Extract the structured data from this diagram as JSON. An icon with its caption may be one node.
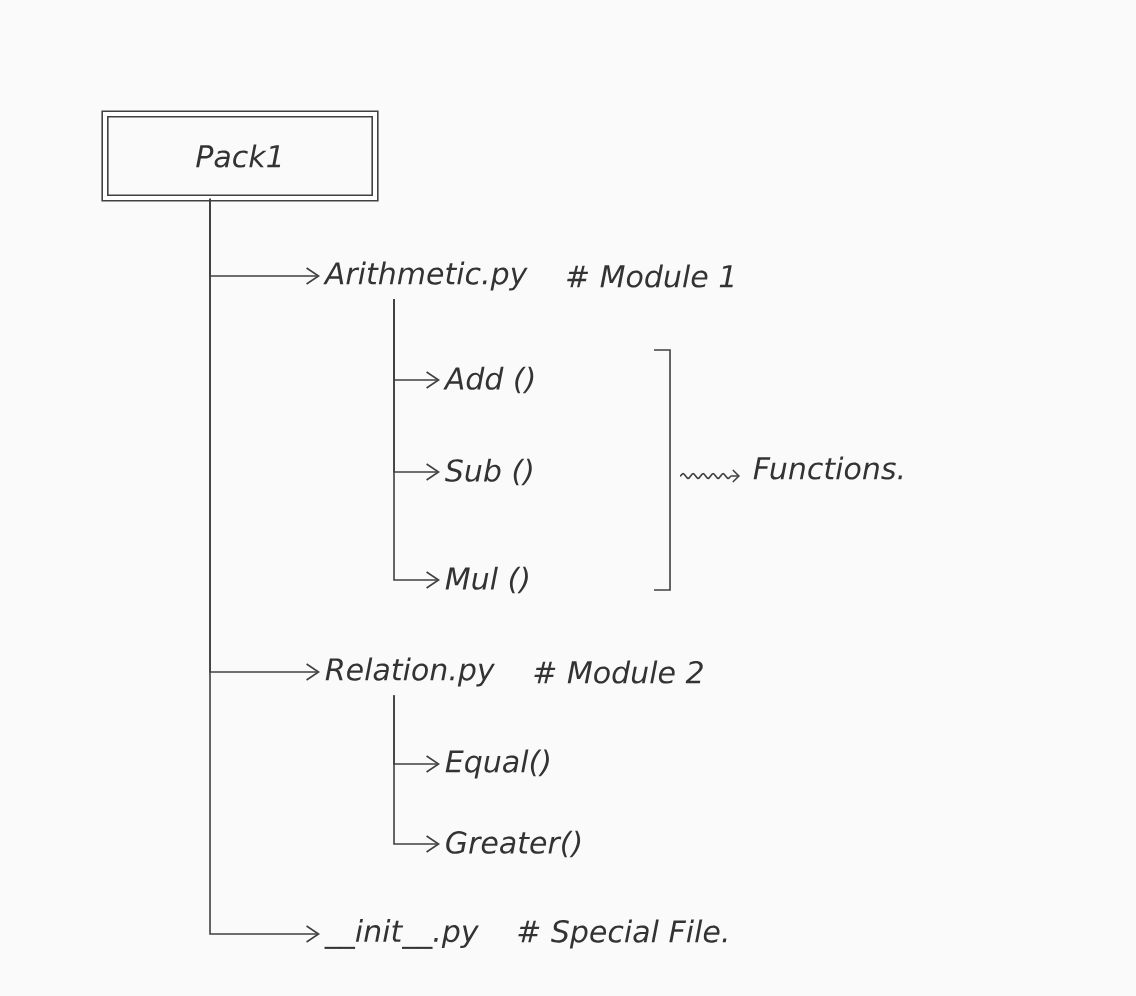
{
  "diagram": {
    "nodes": [
      {
        "text": [
          "Pack1"
        ]
      },
      {
        "text": [
          "Arithmetic.py"
        ],
        "beside": [
          "# Module 1"
        ]
      },
      {
        "text": [
          "Add ()"
        ]
      },
      {
        "text": [
          "Sub ()"
        ]
      },
      {
        "text": [
          "Mul ()"
        ]
      },
      {
        "text": [
          "Relation.py"
        ],
        "beside": [
          "# Module 2"
        ]
      },
      {
        "text": [
          "Equal()"
        ]
      },
      {
        "text": [
          "Greater()"
        ]
      },
      {
        "text": [
          "__init__.py"
        ],
        "beside": [
          "# Special File."
        ]
      }
    ],
    "edges": [
      {
        "from": 0,
        "to": 1,
        "arrow": "to"
      },
      {
        "from": 1,
        "to": 2,
        "arrow": "to"
      },
      {
        "from": 1,
        "to": 3,
        "arrow": "to"
      },
      {
        "from": 1,
        "to": 4,
        "arrow": "to"
      },
      {
        "from": 0,
        "to": 5,
        "arrow": "to"
      },
      {
        "from": 5,
        "to": 6,
        "arrow": "to"
      },
      {
        "from": 5,
        "to": 7,
        "arrow": "to"
      },
      {
        "from": 0,
        "to": 8,
        "arrow": "to"
      }
    ],
    "labels": [
      "Functions."
    ]
  }
}
